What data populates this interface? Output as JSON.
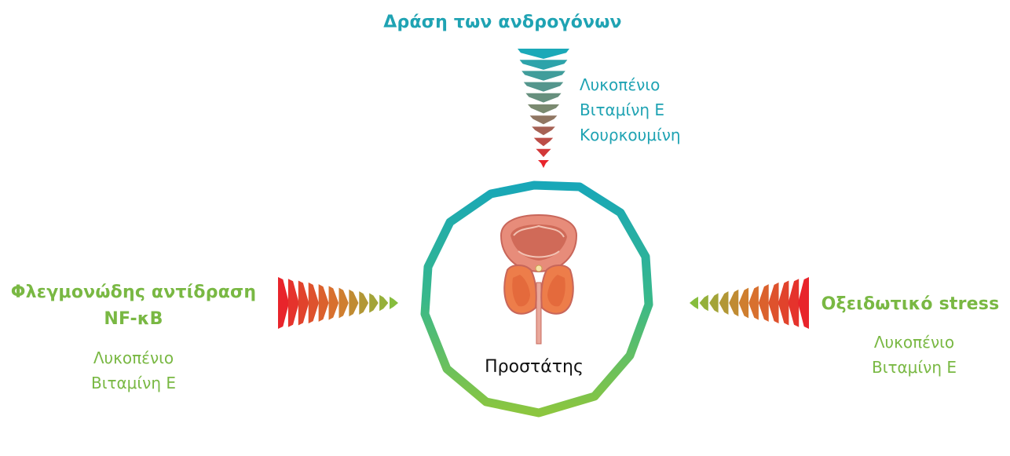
{
  "top": {
    "title": "Δράση των ανδρογόνων",
    "items": [
      "Λυκοπένιο",
      "Βιταμίνη Ε",
      "Κουρκουμίνη"
    ]
  },
  "left": {
    "title_line1": "Φλεγμονώδης αντίδραση",
    "title_line2": "NF-κB",
    "items": [
      "Λυκοπένιο",
      "Βιταμίνη Ε"
    ]
  },
  "right": {
    "title": "Οξειδωτικό stress",
    "items": [
      "Λυκοπένιο",
      "Βιταμίνη Ε"
    ]
  },
  "center": {
    "label": "Προστάτης"
  },
  "colors": {
    "teal": "#1fa3b3",
    "green": "#79b843",
    "red": "#e8242b",
    "text": "#111111"
  },
  "icons": {
    "center": "prostate-icon",
    "arrows": "chevron-stack-icon"
  }
}
